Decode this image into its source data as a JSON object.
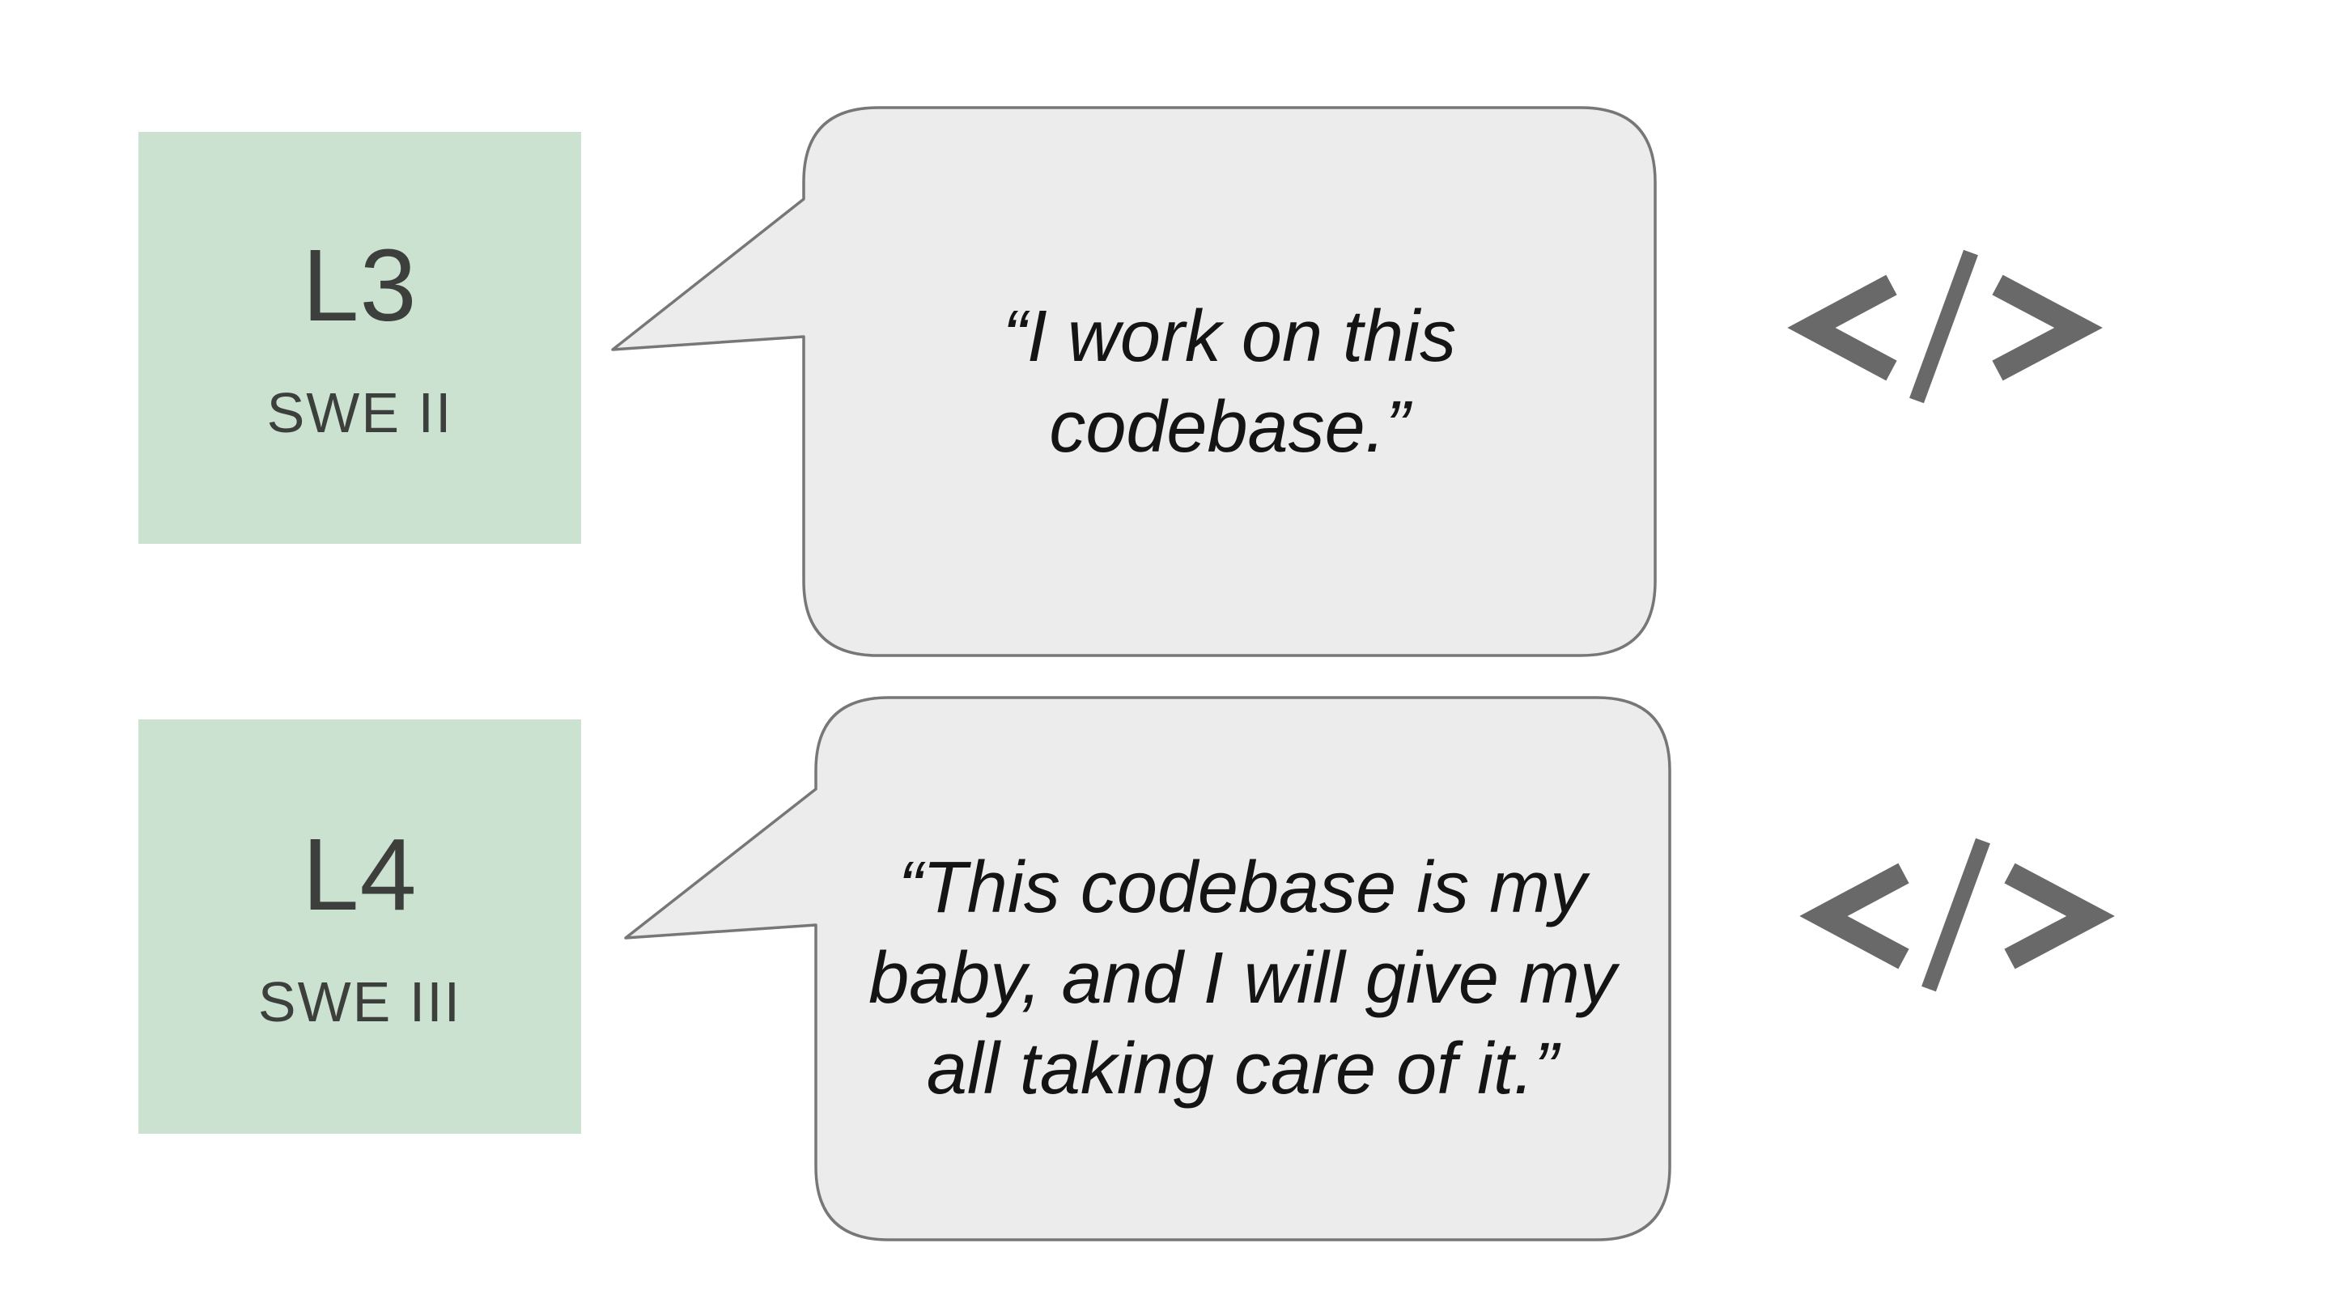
{
  "canvas": {
    "background": "#ffffff"
  },
  "colors": {
    "level_box_bg": "#cae2cf",
    "level_box_text": "#3c3f3c",
    "bubble_fill": "#ececec",
    "bubble_border": "#777777",
    "quote_text": "#141414",
    "icon_color": "#696969"
  },
  "rows": [
    {
      "level": "L3",
      "title": "SWE II",
      "quote": "“I work on this\ncodebase.”",
      "icon": "code-icon"
    },
    {
      "level": "L4",
      "title": "SWE III",
      "quote": "“This codebase is my\nbaby, and I will give my\nall taking care of it.”",
      "icon": "code-icon"
    }
  ]
}
